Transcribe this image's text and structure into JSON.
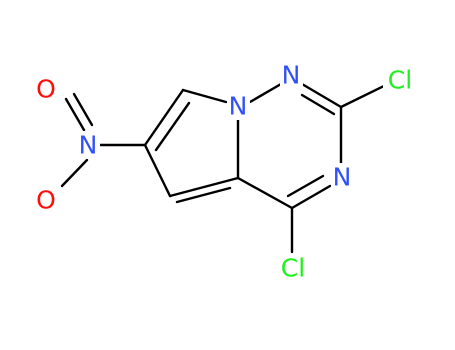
{
  "molecule": {
    "atoms": [
      {
        "id": "n_nitro",
        "symbol": "N",
        "color": "#3050F8"
      },
      {
        "id": "o_top",
        "symbol": "O",
        "color": "#FF0D0D"
      },
      {
        "id": "o_bottom",
        "symbol": "O",
        "color": "#FF0D0D"
      },
      {
        "id": "n_bridge",
        "symbol": "N",
        "color": "#3050F8"
      },
      {
        "id": "n_2",
        "symbol": "N",
        "color": "#3050F8"
      },
      {
        "id": "n_4",
        "symbol": "N",
        "color": "#3050F8"
      },
      {
        "id": "cl_2",
        "symbol": "Cl",
        "color": "#1FF01F"
      },
      {
        "id": "cl_4",
        "symbol": "Cl",
        "color": "#1FF01F"
      }
    ],
    "bond_color": "#000000"
  }
}
